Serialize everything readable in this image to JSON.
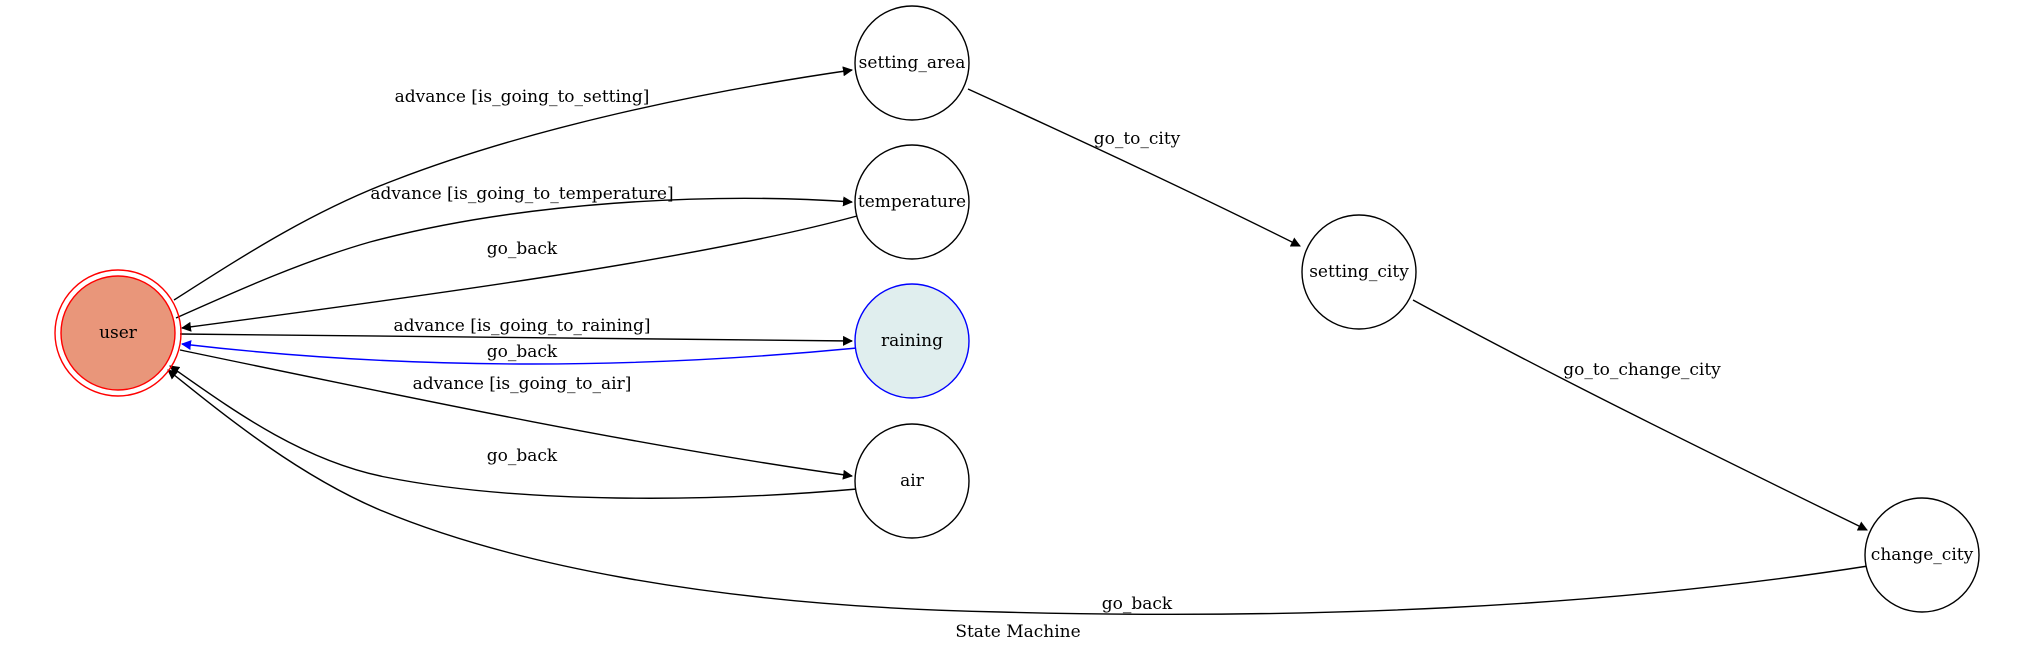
{
  "title": "State Machine",
  "colors": {
    "edge": "#000000",
    "active_edge": "#0000ff",
    "initial_fill": "#e9967a",
    "initial_stroke": "#ff0000",
    "active_fill": "#e0eeee",
    "active_stroke": "#0000ff",
    "node_fill": "#ffffff",
    "node_stroke": "#000000"
  },
  "states": {
    "user": "user",
    "setting_area": "setting_area",
    "temperature": "temperature",
    "raining": "raining",
    "air": "air",
    "setting_city": "setting_city",
    "change_city": "change_city"
  },
  "transitions": [
    {
      "id": "user-to-setting_area",
      "from": "user",
      "to": "setting_area",
      "label": "advance [is_going_to_setting]"
    },
    {
      "id": "user-to-temperature",
      "from": "user",
      "to": "temperature",
      "label": "advance [is_going_to_temperature]"
    },
    {
      "id": "temperature-to-user",
      "from": "temperature",
      "to": "user",
      "label": "go_back"
    },
    {
      "id": "user-to-raining",
      "from": "user",
      "to": "raining",
      "label": "advance [is_going_to_raining]"
    },
    {
      "id": "raining-to-user",
      "from": "raining",
      "to": "user",
      "label": "go_back",
      "active": true
    },
    {
      "id": "user-to-air",
      "from": "user",
      "to": "air",
      "label": "advance [is_going_to_air]"
    },
    {
      "id": "air-to-user",
      "from": "air",
      "to": "user",
      "label": "go_back"
    },
    {
      "id": "setting_area-to-setting_city",
      "from": "setting_area",
      "to": "setting_city",
      "label": "go_to_city"
    },
    {
      "id": "setting_city-to-change_city",
      "from": "setting_city",
      "to": "change_city",
      "label": "go_to_change_city"
    },
    {
      "id": "change_city-to-user",
      "from": "change_city",
      "to": "user",
      "label": "go_back"
    }
  ]
}
